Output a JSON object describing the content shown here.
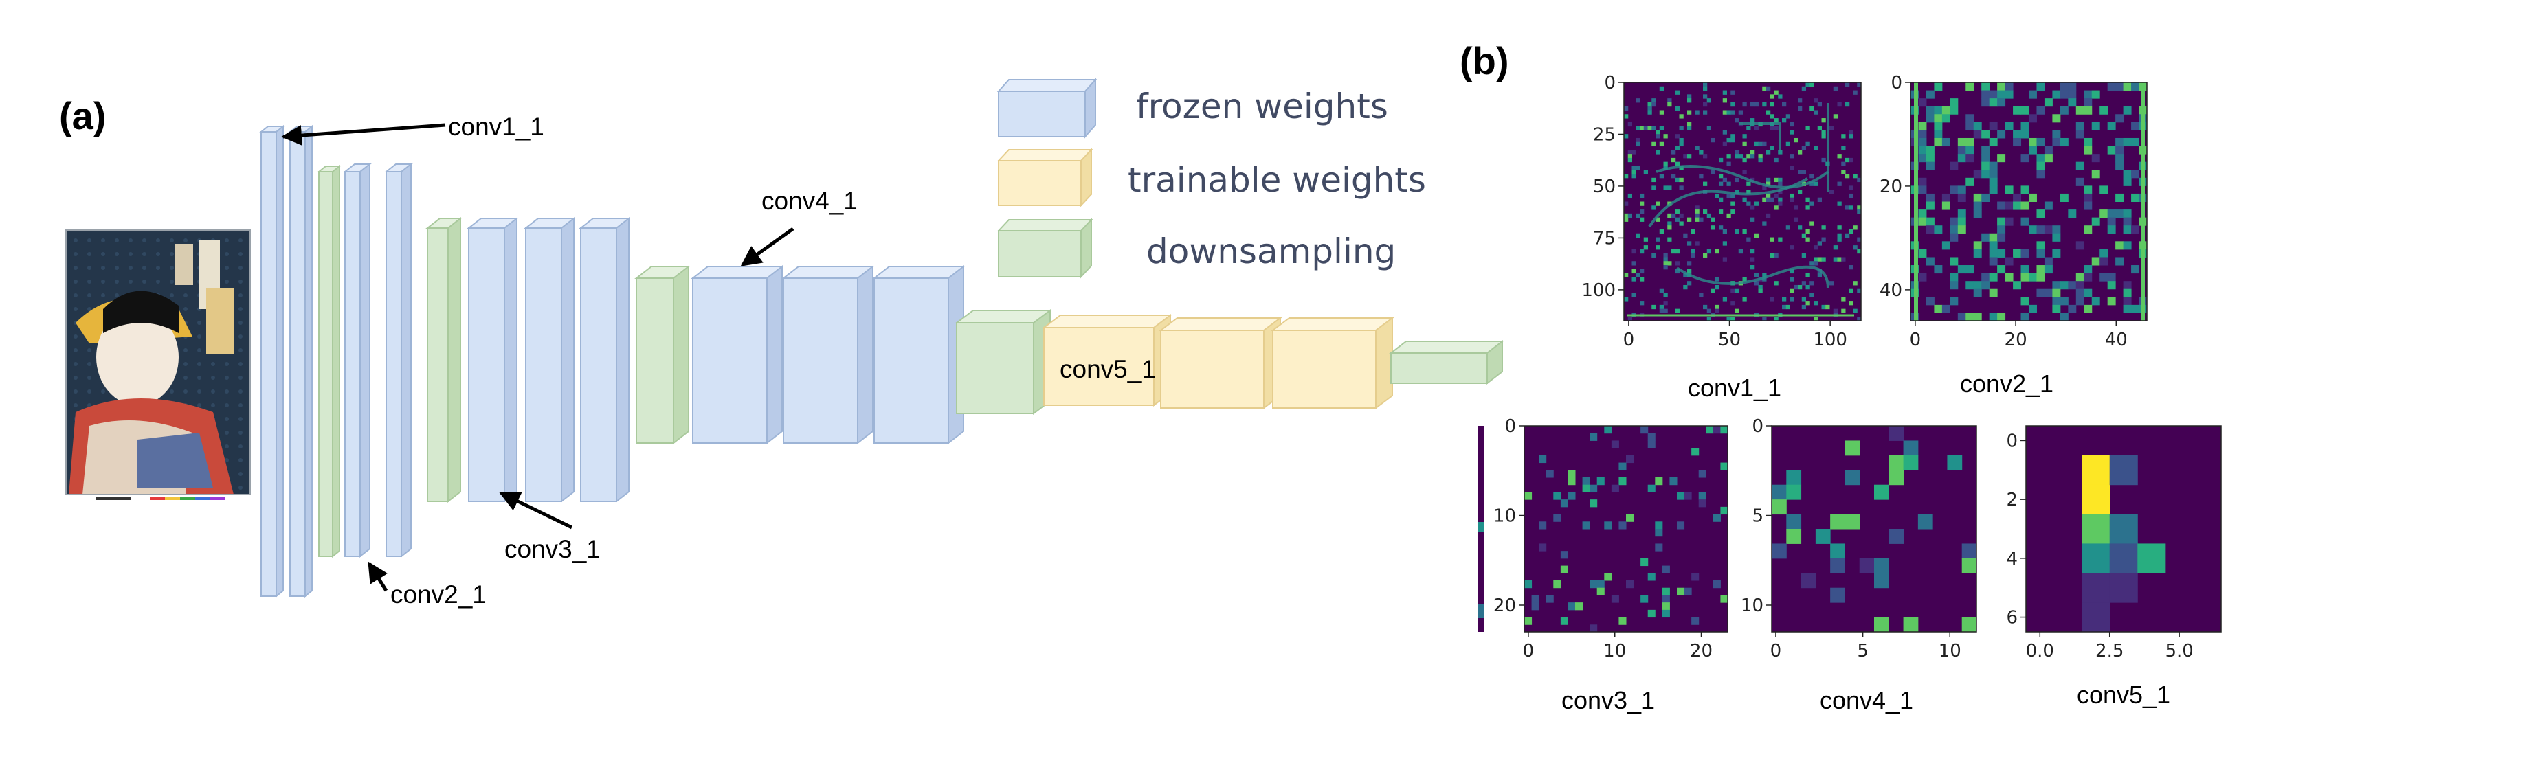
{
  "panels": {
    "a": "(a)",
    "b": "(b)"
  },
  "network_labels": {
    "conv1_1": "conv1_1",
    "conv2_1": "conv2_1",
    "conv3_1": "conv3_1",
    "conv4_1": "conv4_1",
    "conv5_1": "conv5_1"
  },
  "legend": {
    "frozen": "frozen weights",
    "trainable": "trainable weights",
    "downsampling": "downsampling"
  },
  "colors": {
    "frozen": "#d4e2f6",
    "frozen_edge": "#9db4d6",
    "trainable": "#fdf0c9",
    "trainable_edge": "#e5cd8d",
    "downsampling": "#d6e9cf",
    "downsampling_edge": "#a9c99c",
    "heatmap_bg": "#440154",
    "heatmap_low": "#3b528b",
    "heatmap_mid": "#21918c",
    "heatmap_high": "#5ec962",
    "heatmap_peak": "#fde725"
  },
  "feature_maps": [
    {
      "caption": "conv1_1",
      "x_ticks": [
        "0",
        "50",
        "100"
      ],
      "y_ticks": [
        "0",
        "25",
        "50",
        "75",
        "100"
      ]
    },
    {
      "caption": "conv2_1",
      "x_ticks": [
        "0",
        "20",
        "40"
      ],
      "y_ticks": [
        "0",
        "20",
        "40"
      ]
    },
    {
      "caption": "conv3_1",
      "x_ticks": [
        "0",
        "10",
        "20"
      ],
      "y_ticks": [
        "0",
        "10",
        "20"
      ]
    },
    {
      "caption": "conv4_1",
      "x_ticks": [
        "0",
        "5",
        "10"
      ],
      "y_ticks": [
        "0",
        "5",
        "10"
      ]
    },
    {
      "caption": "conv5_1",
      "x_ticks": [
        "0.0",
        "2.5",
        "5.0"
      ],
      "y_ticks": [
        "0",
        "2",
        "4",
        "6"
      ]
    }
  ]
}
